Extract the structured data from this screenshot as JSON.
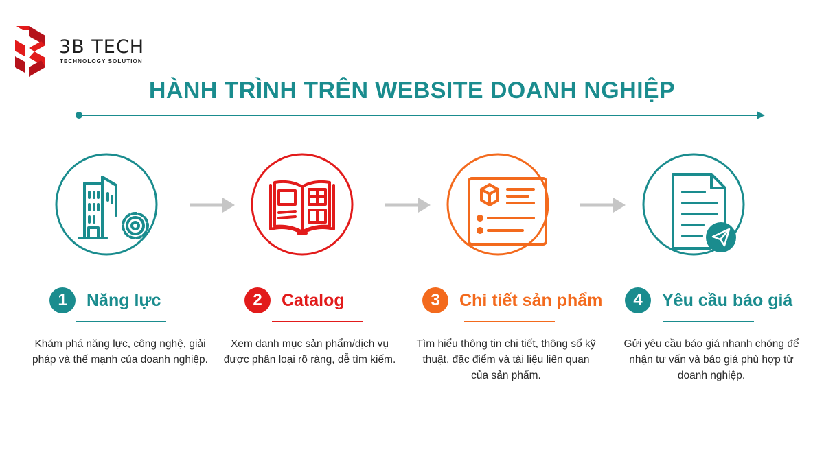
{
  "brand": {
    "name": "3B TECH",
    "tagline": "TECHNOLOGY SOLUTION",
    "color": "#e21b1b"
  },
  "title": "HÀNH TRÌNH TRÊN WEBSITE DOANH NGHIỆP",
  "colors": {
    "teal": "#1a8c8e",
    "red": "#e21b1b",
    "orange": "#f36a1d",
    "arrow_gray": "#c6c6c6"
  },
  "steps": [
    {
      "number": "1",
      "label": "Năng lực",
      "icon": "building-gear-icon",
      "color": "#1a8c8e",
      "description": "Khám phá năng lực, công nghệ, giải pháp và thế mạnh của doanh nghiệp."
    },
    {
      "number": "2",
      "label": "Catalog",
      "icon": "open-book-icon",
      "color": "#e21b1b",
      "description": "Xem danh mục sản phẩm/dịch vụ được phân loại rõ ràng, dễ tìm kiếm."
    },
    {
      "number": "3",
      "label": "Chi tiết sản phẩm",
      "icon": "product-details-icon",
      "color": "#f36a1d",
      "description": "Tìm hiểu thông tin chi tiết, thông số kỹ thuật, đặc điểm và tài liệu liên quan của sản phẩm."
    },
    {
      "number": "4",
      "label": "Yêu cầu báo giá",
      "icon": "document-send-icon",
      "color": "#1a8c8e",
      "description": "Gửi yêu cầu báo giá nhanh chóng để nhận tư vấn và báo giá phù hợp từ doanh nghiệp."
    }
  ]
}
